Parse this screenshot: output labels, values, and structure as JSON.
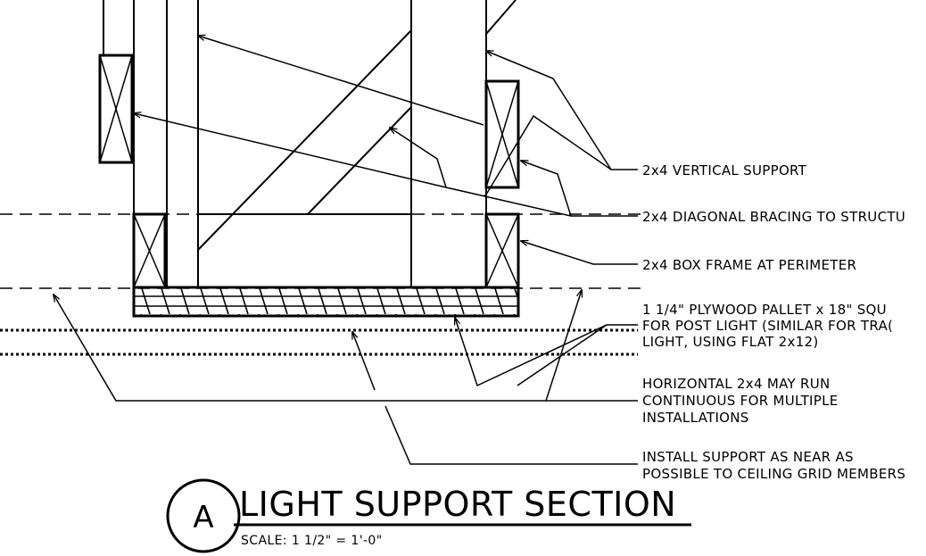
{
  "callouts": [
    {
      "id": "vertical-support",
      "lines": [
        "2x4 VERTICAL SUPPORT"
      ]
    },
    {
      "id": "diagonal-bracing",
      "lines": [
        "2x4 DIAGONAL BRACING TO STRUCTU"
      ]
    },
    {
      "id": "box-frame",
      "lines": [
        "2x4 BOX FRAME AT PERIMETER"
      ]
    },
    {
      "id": "plywood-pallet",
      "lines": [
        "1 1/4\" PLYWOOD PALLET x 18\" SQU",
        "FOR POST LIGHT (SIMILAR FOR TRA(",
        "LIGHT, USING FLAT 2x12)"
      ]
    },
    {
      "id": "horizontal-2x4",
      "lines": [
        "HORIZONTAL 2x4 MAY RUN",
        "CONTINUOUS FOR MULTIPLE",
        "INSTALLATIONS"
      ]
    },
    {
      "id": "install-support",
      "lines": [
        "INSTALL SUPPORT AS NEAR AS",
        "POSSIBLE TO CEILING GRID MEMBERS"
      ]
    }
  ],
  "detail": {
    "tag": "A",
    "title": "LIGHT SUPPORT SECTION",
    "scale": "SCALE: 1 1/2\" = 1'-0\""
  }
}
